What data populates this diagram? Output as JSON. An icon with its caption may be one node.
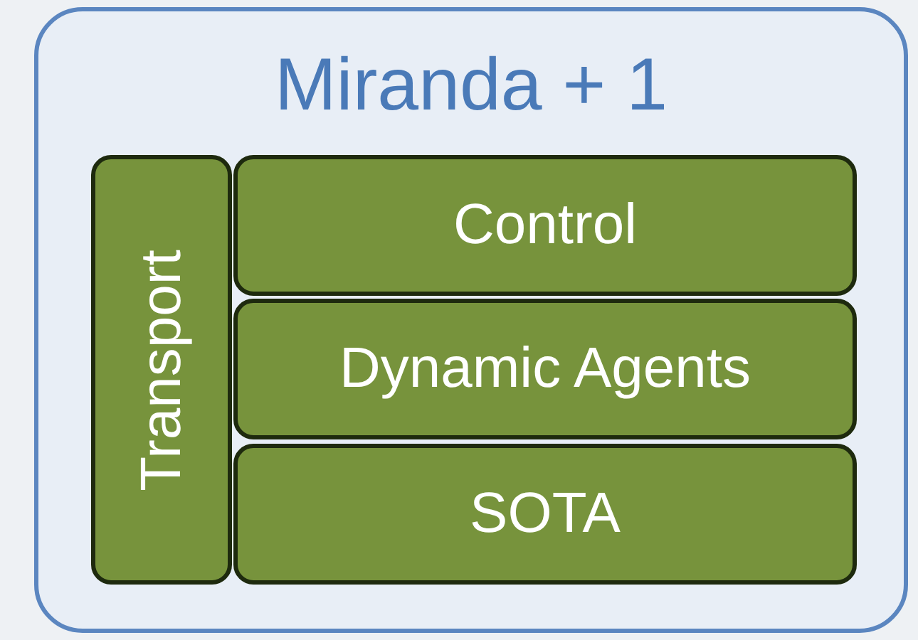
{
  "diagram": {
    "nodes": [
      {
        "text": [
          "Miranda + 1"
        ]
      },
      {
        "text": [
          "Transport"
        ],
        "in": 0
      },
      {
        "text": [
          "Control"
        ],
        "in": 0
      },
      {
        "text": [
          "Dynamic Agents"
        ],
        "in": 0
      },
      {
        "text": [
          "SOTA"
        ],
        "in": 0
      }
    ]
  }
}
